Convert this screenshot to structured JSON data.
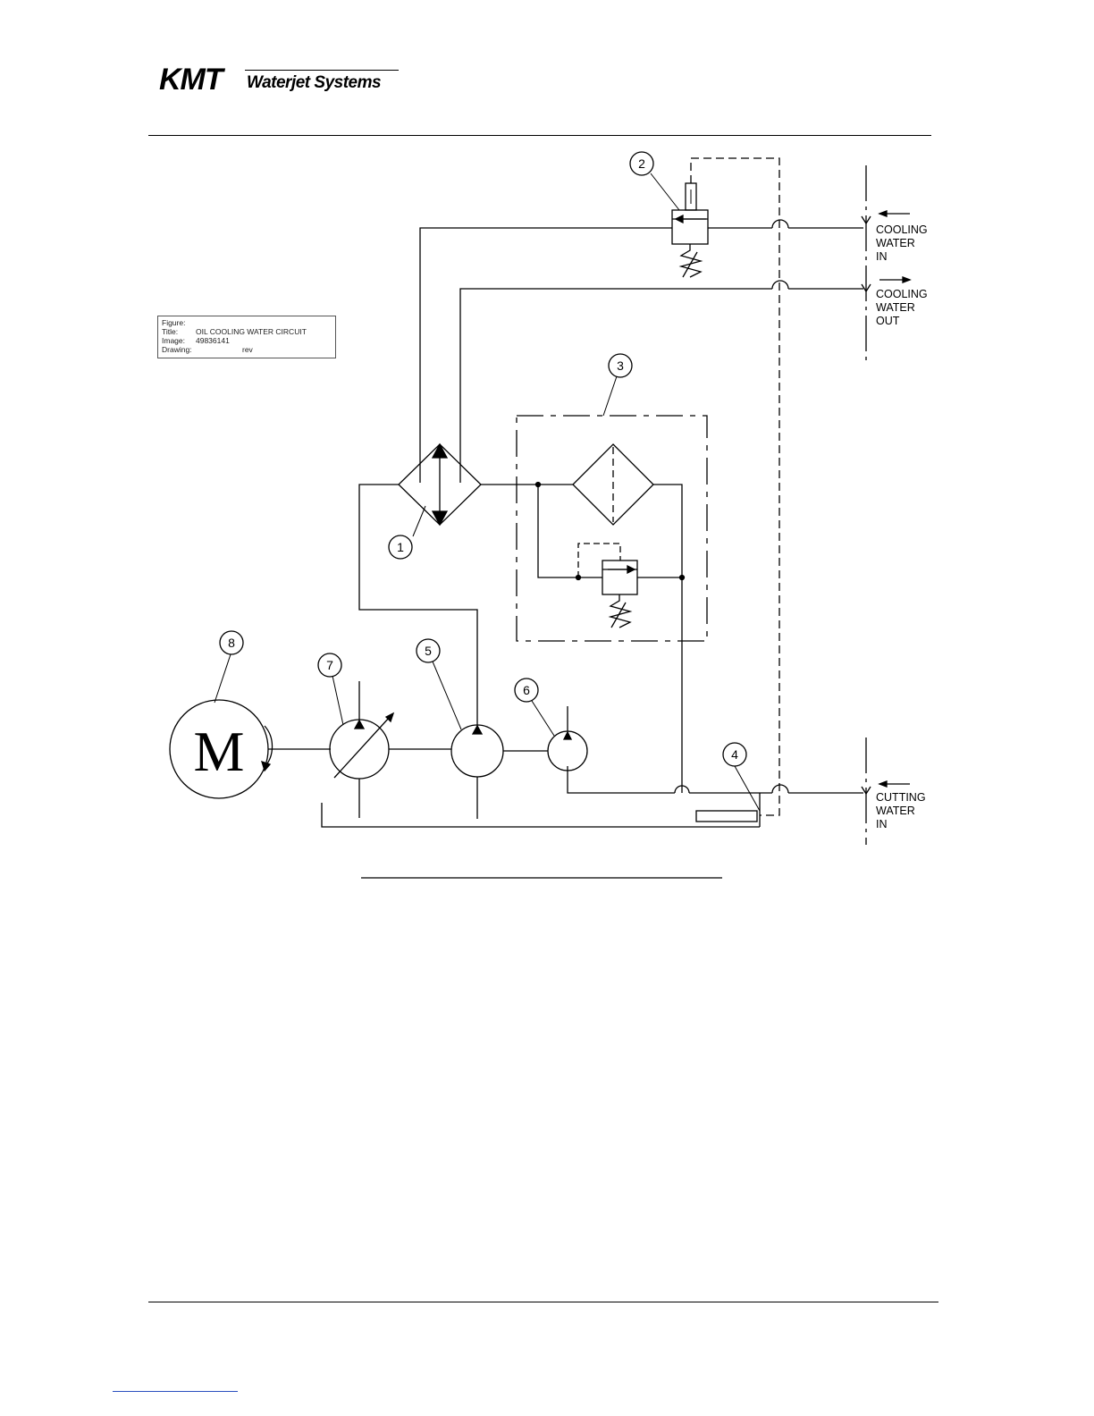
{
  "header": {
    "logo_kmt": "KMT",
    "logo_sub": "Waterjet Systems"
  },
  "title_box": {
    "figure_label": "Figure:",
    "figure_value": "",
    "title_label": "Title:",
    "title_value": "OIL COOLING WATER CIRCUIT",
    "image_label": "Image:",
    "image_value": "49836141",
    "drawing_label": "Drawing:",
    "drawing_value": "",
    "rev_label": "rev"
  },
  "callouts": [
    "1",
    "2",
    "3",
    "4",
    "5",
    "6",
    "7",
    "8"
  ],
  "motor_symbol": "M",
  "ports": {
    "cooling_in": [
      "COOLING",
      "WATER",
      "IN"
    ],
    "cooling_out": [
      "COOLING",
      "WATER",
      "OUT"
    ],
    "cutting_in": [
      "CUTTING",
      "WATER",
      "IN"
    ]
  },
  "colors": {
    "line": "#000000",
    "link": "#2a4fbf"
  }
}
